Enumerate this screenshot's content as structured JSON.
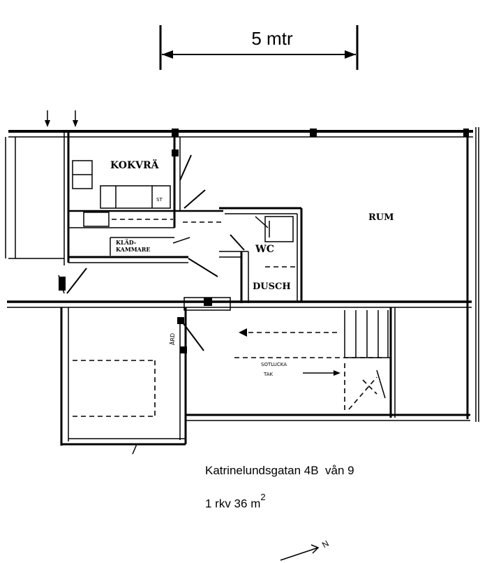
{
  "scale": {
    "label": "5 mtr"
  },
  "rooms": {
    "kitchen": "KOKVRÄ",
    "closet_line1": "KLÄD-",
    "closet_line2": "KAMMARE",
    "room": "RUM",
    "wc": "WC",
    "shower": "DUSCH"
  },
  "notes": {
    "kitchen_small_1": "ST",
    "roof_hatch_line1": "SOTLUCKA",
    "roof_hatch_line2": "TAK",
    "stair_mark": "ÅRD"
  },
  "address": "Katrinelundsgatan 4B  vån 9",
  "area": {
    "text": "1 rkv 36 m",
    "superscript": "2"
  },
  "north": {
    "label": "N"
  }
}
